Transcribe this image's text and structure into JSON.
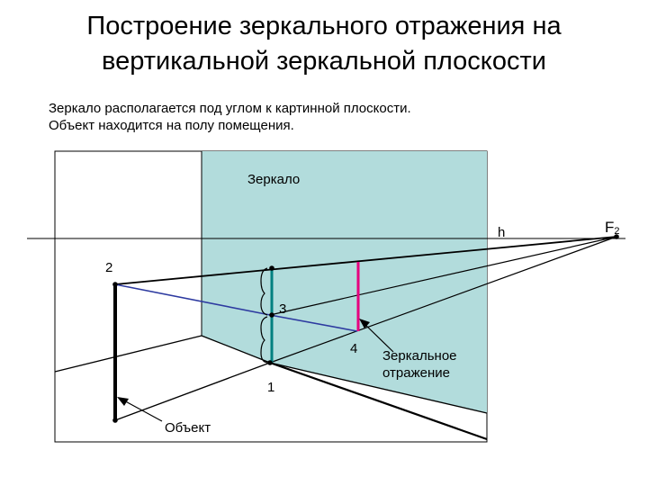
{
  "title": {
    "line1": "Построение зеркального отражения на",
    "line2": "вертикальной зеркальной плоскости"
  },
  "description": {
    "line1": "Зеркало располагается под углом к картинной плоскости.",
    "line2": "Объект находится на полу помещения."
  },
  "labels": {
    "mirror": "Зеркало",
    "horizon": "h",
    "vanishing_point": "F",
    "vanishing_point_sub": "2",
    "point1": "1",
    "point2": "2",
    "point3": "3",
    "point4": "4",
    "object": "Объект",
    "reflection_line1": "Зеркальное",
    "reflection_line2": "отражение"
  },
  "colors": {
    "mirror_fill": "#b2dcdc",
    "reflection": "#e6007e",
    "projection_line": "#2d3aa0",
    "mirror_edge": "#008080"
  }
}
